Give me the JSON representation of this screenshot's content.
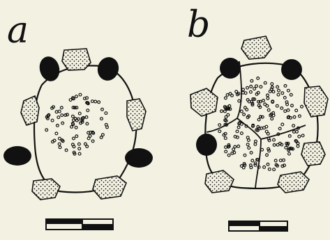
{
  "figure": {
    "background": "#f3f2e2",
    "ink": "#111111",
    "panels": [
      {
        "id": "a",
        "label": "a"
      },
      {
        "id": "b",
        "label": "b"
      }
    ]
  }
}
